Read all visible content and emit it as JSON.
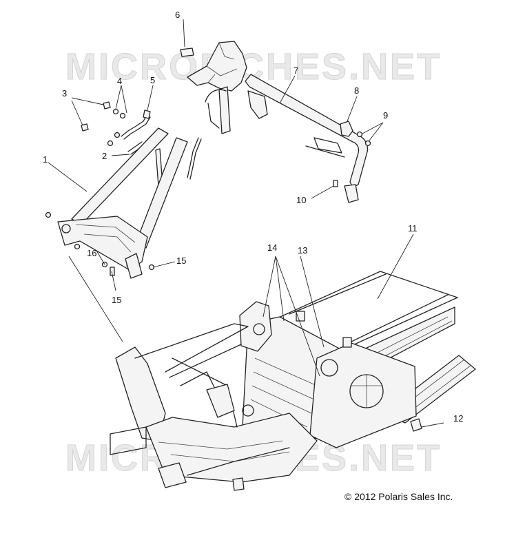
{
  "watermark": {
    "top_text": "MICROFICHES.NET",
    "bottom_text": "MICROFICHES.NET"
  },
  "copyright": "© 2012 Polaris Sales Inc.",
  "callouts": {
    "c1": "1",
    "c2": "2",
    "c3": "3",
    "c4": "4",
    "c5": "5",
    "c6": "6",
    "c7": "7",
    "c8": "8",
    "c9": "9",
    "c10": "10",
    "c11": "11",
    "c12": "12",
    "c13": "13",
    "c14": "14",
    "c15a": "15",
    "c15b": "15",
    "c16": "16"
  }
}
